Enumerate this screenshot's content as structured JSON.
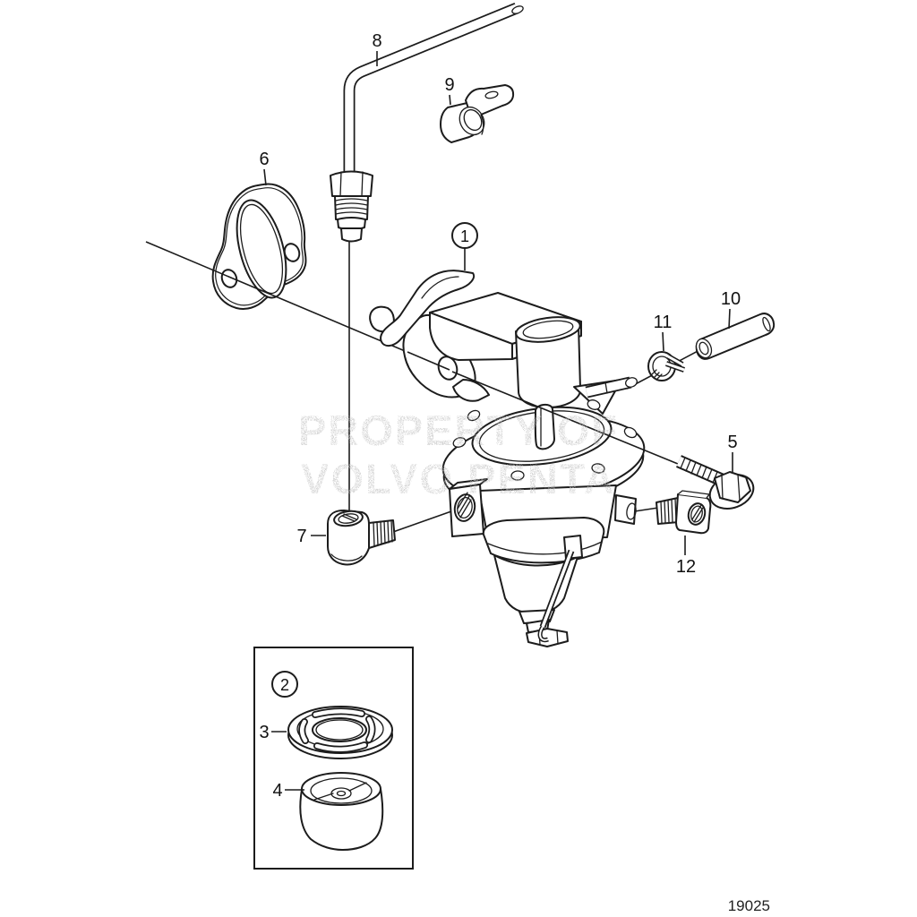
{
  "watermark": {
    "line1": "PROPERTY OF",
    "line2": "VOLVO PENTA"
  },
  "drawing_number": "19025",
  "callouts": {
    "item1": "1",
    "item2": "2",
    "item3": "3",
    "item4": "4",
    "item5": "5",
    "item6": "6",
    "item7": "7",
    "item8": "8",
    "item9": "9",
    "item10": "10",
    "item11": "11",
    "item12": "12"
  }
}
